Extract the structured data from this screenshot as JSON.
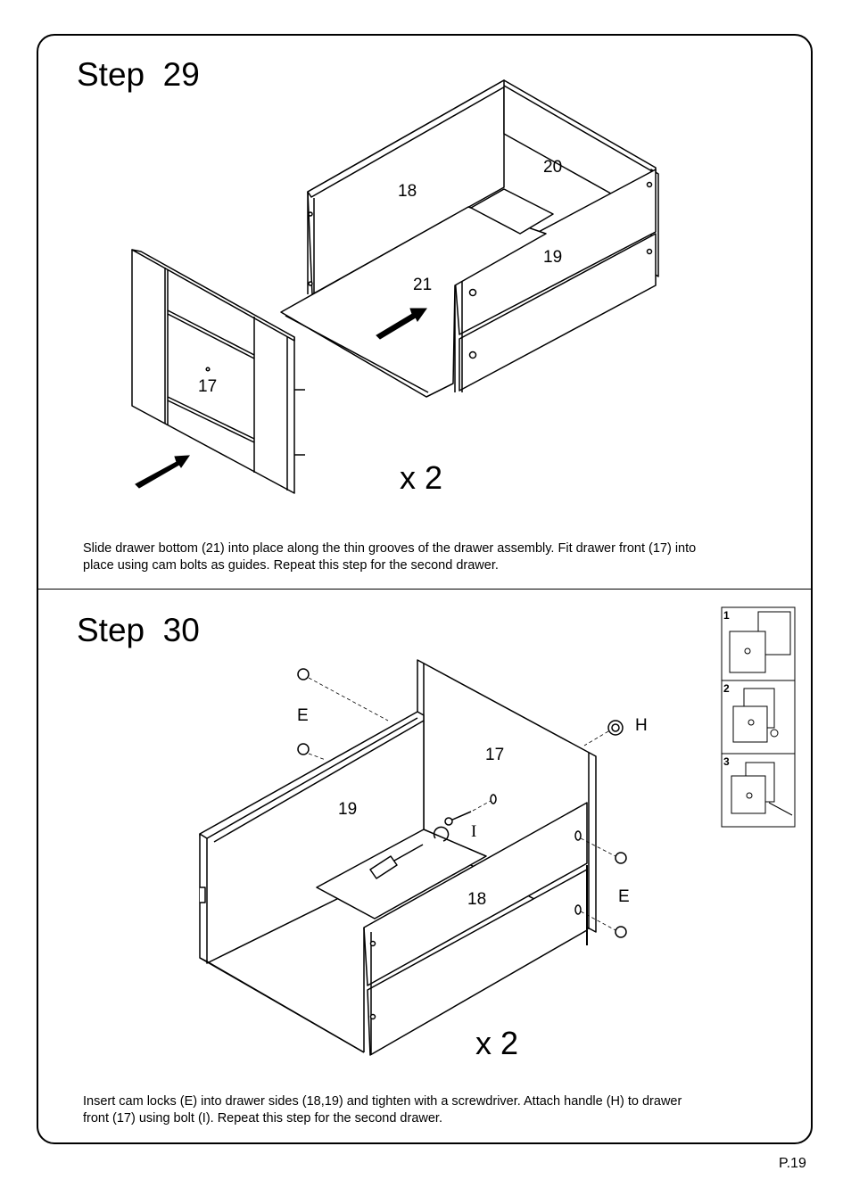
{
  "step29": {
    "title": "Step  29",
    "multiplier": "x 2",
    "labels": {
      "part17": "17",
      "part18": "18",
      "part19": "19",
      "part20": "20",
      "part21": "21"
    },
    "caption_line1": "Slide drawer bottom (21) into place along the thin grooves of the drawer assembly. Fit drawer front (17) into",
    "caption_line2": "place using cam bolts as guides. Repeat this step for the second drawer."
  },
  "step30": {
    "title": "Step  30",
    "multiplier": "x 2",
    "labels": {
      "part17": "17",
      "part18": "18",
      "part19": "19",
      "camE_left": "E",
      "camE_right": "E",
      "handleH": "H",
      "boltI": "I"
    },
    "inset": {
      "step1": "1",
      "step2": "2",
      "step3": "3"
    },
    "caption_line1": "Insert cam locks (E) into drawer sides (18,19) and tighten with a screwdriver. Attach handle (H) to drawer",
    "caption_line2": "front (17) using bolt (I). Repeat this step for the second drawer."
  },
  "page_number": "P.19"
}
